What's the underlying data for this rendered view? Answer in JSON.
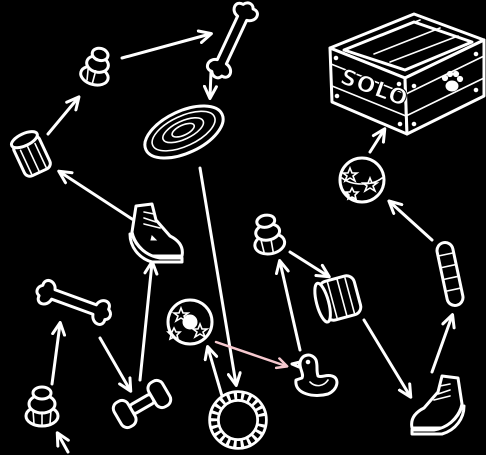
{
  "crate": {
    "label": "SOLO",
    "paw": "paw-print-icon"
  },
  "toys": [
    {
      "id": "bone-top",
      "icon": "bone-icon"
    },
    {
      "id": "treat-cup-top",
      "icon": "rubber-treat-toy-icon"
    },
    {
      "id": "frisbee",
      "icon": "frisbee-icon"
    },
    {
      "id": "treat-roller-left",
      "icon": "treat-roller-icon"
    },
    {
      "id": "sneaker-center",
      "icon": "sneaker-icon"
    },
    {
      "id": "bone-left",
      "icon": "bone-icon"
    },
    {
      "id": "treat-cup-bottom-left",
      "icon": "rubber-treat-toy-icon"
    },
    {
      "id": "dumbbell",
      "icon": "dumbbell-icon"
    },
    {
      "id": "star-ball-center",
      "icon": "star-ball-icon"
    },
    {
      "id": "rope-ring",
      "icon": "rope-ring-icon"
    },
    {
      "id": "treat-cup-mid",
      "icon": "rubber-treat-toy-icon"
    },
    {
      "id": "rubber-duck",
      "icon": "rubber-duck-icon"
    },
    {
      "id": "treat-roller-right",
      "icon": "treat-roller-icon"
    },
    {
      "id": "sneaker-bottom-right",
      "icon": "sneaker-icon"
    },
    {
      "id": "squeaky-stick",
      "icon": "squeaky-stick-icon"
    },
    {
      "id": "star-ball-right",
      "icon": "star-ball-icon"
    }
  ],
  "colors": {
    "background": "#000000",
    "ink": "#ffffff",
    "highlight_arrow": "#f6c9cf"
  }
}
